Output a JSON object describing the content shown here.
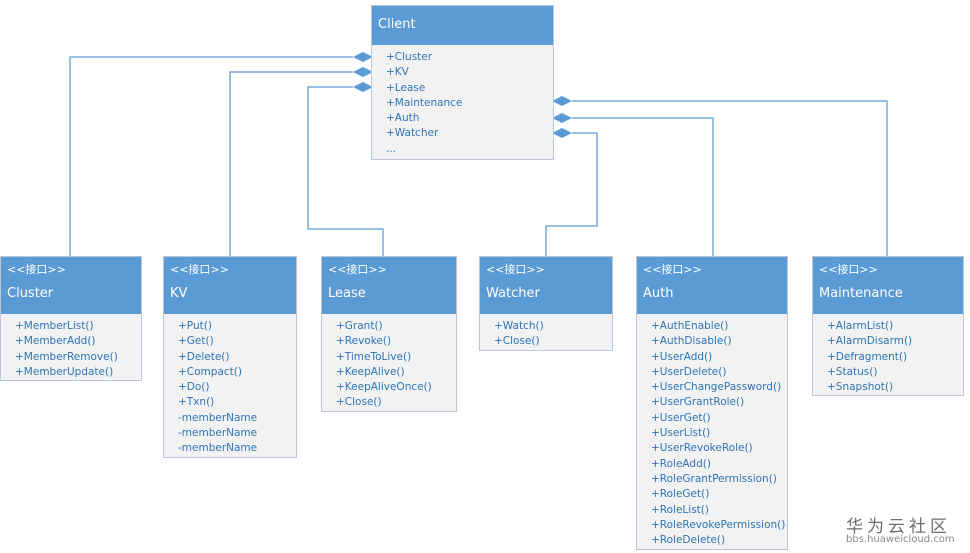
{
  "client": {
    "name": "Client",
    "members": [
      "+Cluster",
      "+KV",
      "+Lease",
      "+Maintenance",
      "+Auth",
      "+Watcher",
      "..."
    ]
  },
  "interfaces": [
    {
      "stereotype": "<<接口>>",
      "name": "Cluster",
      "members": [
        "+MemberList()",
        "+MemberAdd()",
        "+MemberRemove()",
        "+MemberUpdate()"
      ]
    },
    {
      "stereotype": "<<接口>>",
      "name": "KV",
      "members": [
        "+Put()",
        "+Get()",
        "+Delete()",
        "+Compact()",
        "+Do()",
        "+Txn()",
        "-memberName",
        "-memberName",
        "-memberName"
      ]
    },
    {
      "stereotype": "<<接口>>",
      "name": "Lease",
      "members": [
        "+Grant()",
        "+Revoke()",
        "+TimeToLive()",
        "+KeepAlive()",
        "+KeepAliveOnce()",
        "+Close()"
      ]
    },
    {
      "stereotype": "<<接口>>",
      "name": "Watcher",
      "members": [
        "+Watch()",
        "+Close()"
      ]
    },
    {
      "stereotype": "<<接口>>",
      "name": "Auth",
      "members": [
        "+AuthEnable()",
        "+AuthDisable()",
        "+UserAdd()",
        "+UserDelete()",
        "+UserChangePassword()",
        "+UserGrantRole()",
        "+UserGet()",
        "+UserList()",
        "+UserRevokeRole()",
        "+RoleAdd()",
        "+RoleGrantPermission()",
        "+RoleGet()",
        "+RoleList()",
        "+RoleRevokePermission()",
        "+RoleDelete()"
      ]
    },
    {
      "stereotype": "<<接口>>",
      "name": "Maintenance",
      "members": [
        "+AlarmList()",
        "+AlarmDisarm()",
        "+Defragment()",
        "+Status()",
        "+Snapshot()"
      ]
    }
  ],
  "watermark": {
    "title": "华为云社区",
    "url": "bbs.huaweicloud.com"
  },
  "colors": {
    "header": "#5b9bd5",
    "line": "#5b9bd5",
    "body": "#f2f2f2",
    "member_text": "#2e74b5"
  }
}
